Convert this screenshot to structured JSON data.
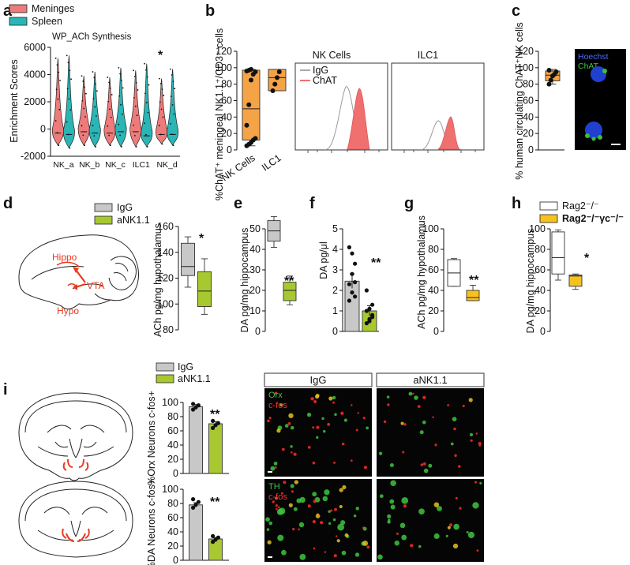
{
  "labels": [
    "a",
    "b",
    "c",
    "d",
    "e",
    "f",
    "g",
    "h",
    "i"
  ],
  "colors": {
    "meninges": "#ee7b7b",
    "spleen": "#2bb5b5",
    "orange": "#f5a347",
    "gray": "#c8c8c8",
    "green": "#a8c830",
    "yellow": "#f8c11e",
    "chat_red": "#f07070",
    "annot_red": "#e8391e"
  },
  "panel_a": {
    "legend": [
      "Meninges",
      "Spleen"
    ],
    "title": "WP_ACh Synthesis",
    "ylabel": "Enrichment Scores",
    "sig": "*"
  },
  "panel_b": {
    "ylabel": "%ChAT⁺ meningeal NK1.1⁺/CD3⁻ cells",
    "hist_titles": [
      "NK Cells",
      "ILC1"
    ],
    "hist_legend": [
      "IgG",
      "ChAT"
    ]
  },
  "panel_c": {
    "ylabel": "% human circulating ChAT⁺NK cells",
    "stain_labels": [
      "Hoechst",
      "ChAT"
    ]
  },
  "panel_d": {
    "legend": [
      "IgG",
      "aNK1.1"
    ],
    "brain_labels": [
      "Hippo",
      "VTA",
      "Hypo"
    ],
    "ylabel": "ACh pg/mg hypothalamus",
    "sig": "*"
  },
  "panel_e": {
    "ylabel": "DA pg/mg hippocampus",
    "sig": "**"
  },
  "panel_f": {
    "ylabel": "DA pg/μl",
    "sig": "**"
  },
  "panel_g": {
    "ylabel": "ACh pg/mg hypothalamus",
    "sig": "**"
  },
  "panel_h": {
    "legend": [
      "Rag2⁻/⁻",
      "Rag2⁻/⁻γc⁻/⁻"
    ],
    "ylabel": "DA pg/mg hippocampus",
    "sig": "*"
  },
  "panel_i": {
    "legend": [
      "IgG",
      "aNK1.1"
    ],
    "ylabel_top": "%Orx Neurons c-fos+",
    "ylabel_bottom": "%DA Neurons c-fos+",
    "sig_top": "**",
    "sig_bottom": "**",
    "col_headers": [
      "IgG",
      "aNK1.1"
    ],
    "stain_top": [
      "Orx",
      "c-fos"
    ],
    "stain_bottom": [
      "TH",
      "c-fos"
    ]
  },
  "chart_data": [
    {
      "id": "a",
      "type": "violin",
      "categories": [
        "NK_a",
        "NK_b",
        "NK_c",
        "ILC1",
        "NK_d"
      ],
      "series": [
        {
          "name": "Meninges",
          "medians": [
            -300,
            -200,
            -300,
            -200,
            -400
          ]
        },
        {
          "name": "Spleen",
          "medians": [
            -400,
            -300,
            -200,
            -500,
            -400
          ]
        }
      ],
      "yticks": [
        -2000,
        0,
        2000,
        4000,
        6000
      ],
      "ylim": [
        -2000,
        6000
      ]
    },
    {
      "id": "b",
      "type": "box",
      "categories": [
        "NK Cells",
        "ILC1"
      ],
      "boxes": [
        {
          "q1": 12,
          "median": 50,
          "q3": 97,
          "min": 5,
          "max": 98,
          "points": [
            5,
            7,
            9,
            12,
            14,
            30,
            55,
            85,
            92,
            95,
            96,
            97,
            98
          ]
        },
        {
          "q1": 72,
          "median": 88,
          "q3": 98,
          "min": 72,
          "max": 98,
          "points": [
            72,
            80,
            88,
            95
          ]
        }
      ],
      "yticks": [
        0,
        20,
        40,
        60,
        80,
        100,
        120
      ],
      "ylim": [
        0,
        120
      ]
    },
    {
      "id": "c",
      "type": "box",
      "boxes": [
        {
          "q1": 84,
          "median": 91,
          "q3": 96,
          "min": 80,
          "max": 98,
          "points": [
            80,
            85,
            90,
            92,
            95,
            97
          ]
        }
      ],
      "yticks": [
        0,
        20,
        40,
        60,
        80,
        100,
        120
      ],
      "ylim": [
        0,
        120
      ]
    },
    {
      "id": "d",
      "type": "box",
      "boxes": [
        {
          "q1": 122,
          "median": 129,
          "q3": 147,
          "min": 113,
          "max": 152
        },
        {
          "q1": 98,
          "median": 110,
          "q3": 125,
          "min": 92,
          "max": 135
        }
      ],
      "yticks": [
        80,
        100,
        120,
        140,
        160
      ],
      "ylim": [
        80,
        160
      ]
    },
    {
      "id": "e",
      "type": "box",
      "boxes": [
        {
          "q1": 44,
          "median": 49,
          "q3": 54,
          "min": 41,
          "max": 56
        },
        {
          "q1": 15,
          "median": 20,
          "q3": 24,
          "min": 13,
          "max": 27
        }
      ],
      "yticks": [
        0,
        10,
        20,
        30,
        40,
        50
      ],
      "ylim": [
        0,
        50
      ]
    },
    {
      "id": "f",
      "type": "bar",
      "categories": [
        "IgG",
        "aNK1.1"
      ],
      "values": [
        2.45,
        1.0
      ],
      "errors": [
        0.35,
        0.25
      ],
      "points": [
        [
          1.5,
          1.9,
          2.4,
          2.3,
          2.8,
          3.3,
          4.1,
          3.8,
          1.7
        ],
        [
          0.4,
          0.6,
          0.8,
          1.0,
          1.1,
          1.3,
          2.0,
          0.5,
          0.7
        ]
      ],
      "yticks": [
        0,
        1,
        2,
        3,
        4,
        5
      ],
      "ylim": [
        0,
        5
      ]
    },
    {
      "id": "g",
      "type": "box",
      "boxes": [
        {
          "q1": 44,
          "median": 57,
          "q3": 70,
          "min": 44,
          "max": 71
        },
        {
          "q1": 30,
          "median": 33,
          "q3": 40,
          "min": 30,
          "max": 45
        }
      ],
      "yticks": [
        0,
        20,
        40,
        60,
        80,
        100
      ],
      "ylim": [
        0,
        100
      ]
    },
    {
      "id": "h",
      "type": "box",
      "boxes": [
        {
          "q1": 56,
          "median": 72,
          "q3": 97,
          "min": 50,
          "max": 99
        },
        {
          "q1": 44,
          "median": 54,
          "q3": 55,
          "min": 41,
          "max": 56
        }
      ],
      "yticks": [
        0,
        20,
        40,
        60,
        80,
        100
      ],
      "ylim": [
        0,
        100
      ]
    },
    {
      "id": "i_top",
      "type": "bar",
      "categories": [
        "IgG",
        "aNK1.1"
      ],
      "values": [
        94,
        70
      ],
      "errors": [
        3,
        3
      ],
      "points": [
        [
          90,
          93,
          96,
          98
        ],
        [
          64,
          68,
          71,
          74
        ]
      ],
      "yticks": [
        0,
        20,
        40,
        60,
        80,
        100
      ],
      "ylim": [
        0,
        100
      ]
    },
    {
      "id": "i_bottom",
      "type": "bar",
      "categories": [
        "IgG",
        "aNK1.1"
      ],
      "values": [
        78,
        30
      ],
      "errors": [
        3,
        2
      ],
      "points": [
        [
          74,
          78,
          82,
          86
        ],
        [
          26,
          29,
          32,
          34
        ]
      ],
      "yticks": [
        0,
        20,
        40,
        60,
        80,
        100
      ],
      "ylim": [
        0,
        100
      ]
    }
  ]
}
